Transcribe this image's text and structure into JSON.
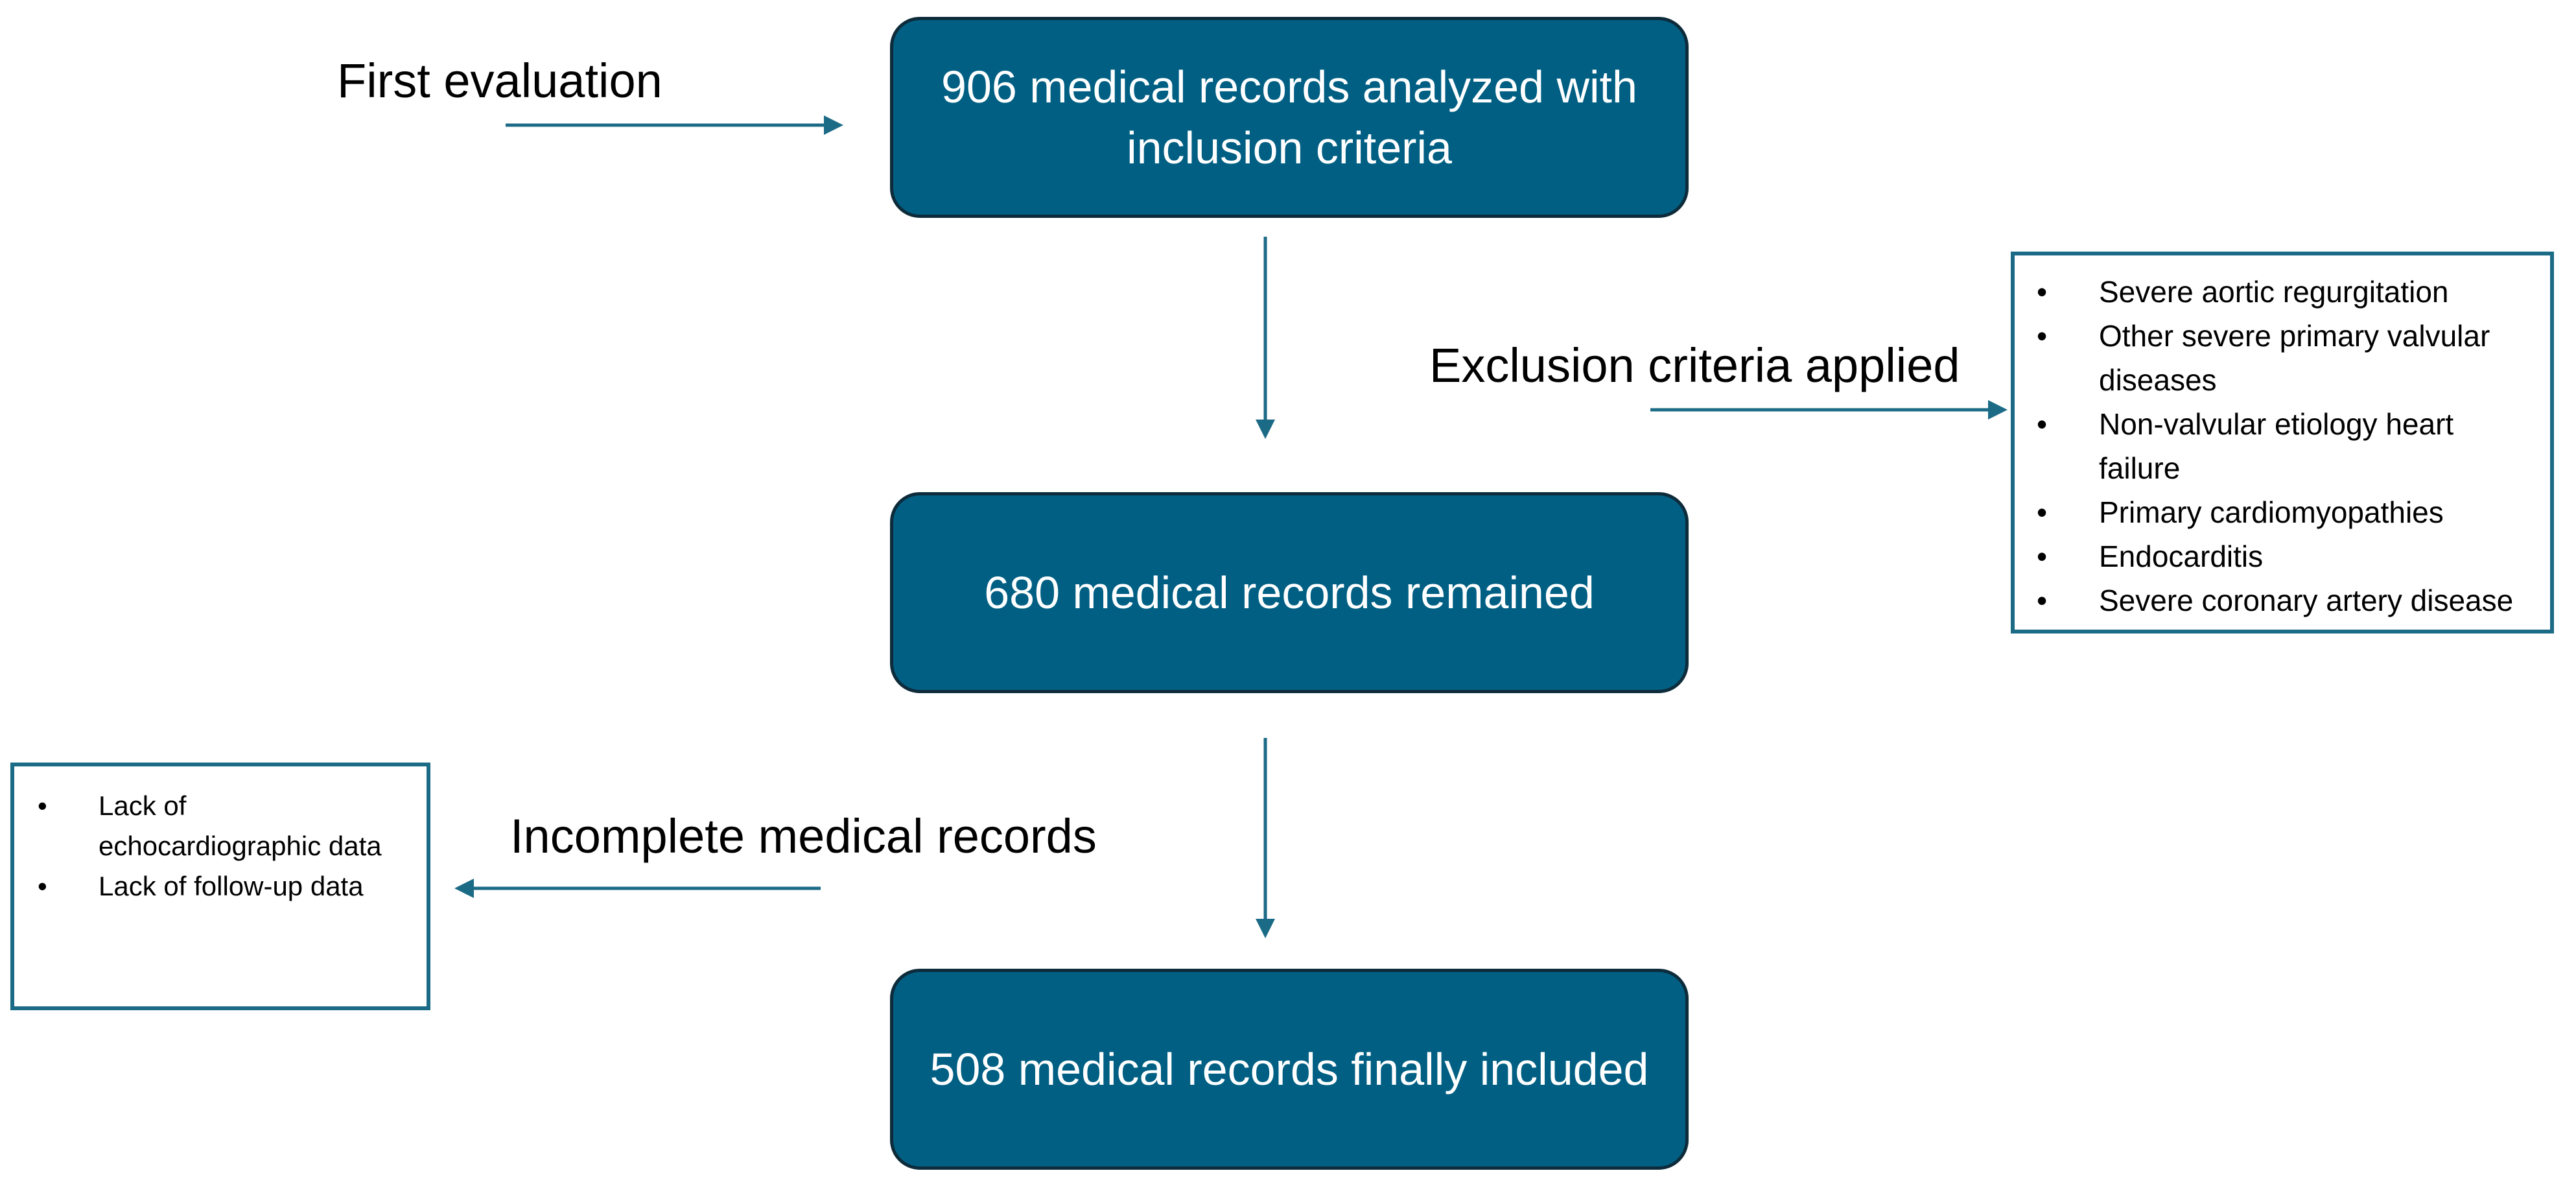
{
  "colors": {
    "box_fill": "#005f83",
    "box_border": "#0d2b3a",
    "arrow": "#1c6b86",
    "list_border": "#1c6b86"
  },
  "stages": [
    {
      "id": "analyzed",
      "text": "906 medical records analyzed with inclusion criteria"
    },
    {
      "id": "remained",
      "text": "680 medical records remained"
    },
    {
      "id": "included",
      "text": "508 medical records finally included"
    }
  ],
  "labels": {
    "first_evaluation": "First evaluation",
    "exclusion_applied": "Exclusion criteria applied",
    "incomplete_records": "Incomplete medical records"
  },
  "exclusion_criteria": [
    "Severe aortic regurgitation",
    "Other severe primary valvular diseases",
    "Non-valvular etiology heart failure",
    "Primary cardiomyopathies",
    "Endocarditis",
    "Severe coronary artery disease"
  ],
  "incomplete_reasons": [
    "Lack of echocardiographic data",
    "Lack of follow-up data"
  ]
}
